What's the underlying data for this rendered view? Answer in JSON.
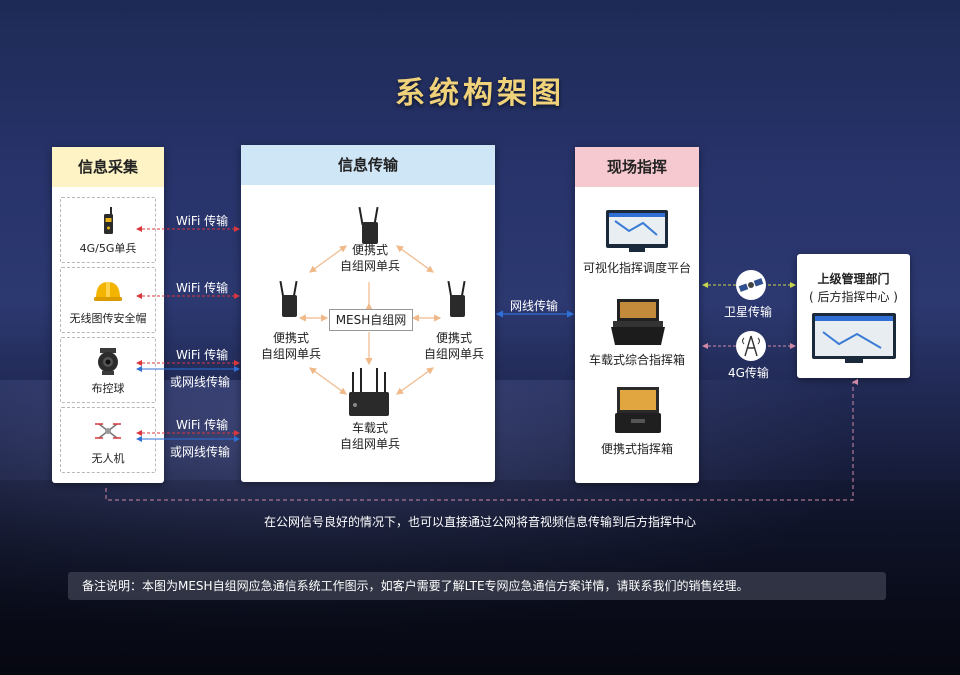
{
  "title": "系统构架图",
  "collect": {
    "header": "信息采集",
    "devices": [
      {
        "label": "4G/5G单兵",
        "icon": "radio-handset-icon"
      },
      {
        "label": "无线图传安全帽",
        "icon": "safety-helmet-icon"
      },
      {
        "label": "布控球",
        "icon": "ptz-camera-icon"
      },
      {
        "label": "无人机",
        "icon": "drone-icon"
      }
    ]
  },
  "links": {
    "wifi": "WiFi 传输",
    "wired": "或网线传输",
    "network": "网线传输",
    "satellite": "卫星传输",
    "cellular": "4G传输"
  },
  "transmission": {
    "header": "信息传输",
    "center": "MESH自组网",
    "nodes": {
      "top": [
        "便携式",
        "自组网单兵"
      ],
      "left": [
        "便携式",
        "自组网单兵"
      ],
      "right": [
        "便携式",
        "自组网单兵"
      ],
      "bottom": [
        "车载式",
        "自组网单兵"
      ]
    }
  },
  "field": {
    "header": "现场指挥",
    "items": [
      "可视化指挥调度平台",
      "车载式综合指挥箱",
      "便携式指挥箱"
    ]
  },
  "hq": {
    "title": "上级管理部门",
    "subtitle": "( 后方指挥中心 )"
  },
  "footer": "在公网信号良好的情况下，也可以直接通过公网将音视频信息传输到后方指挥中心",
  "note": "备注说明：本图为MESH自组网应急通信系统工作图示，如客户需要了解LTE专网应急通信方案详情，请联系我们的销售经理。",
  "colors": {
    "title": "#f0d27a",
    "wifi_arrow": "#d9363e",
    "wired_arrow": "#2f6fd6",
    "mesh_arrow": "#f0b98a"
  }
}
